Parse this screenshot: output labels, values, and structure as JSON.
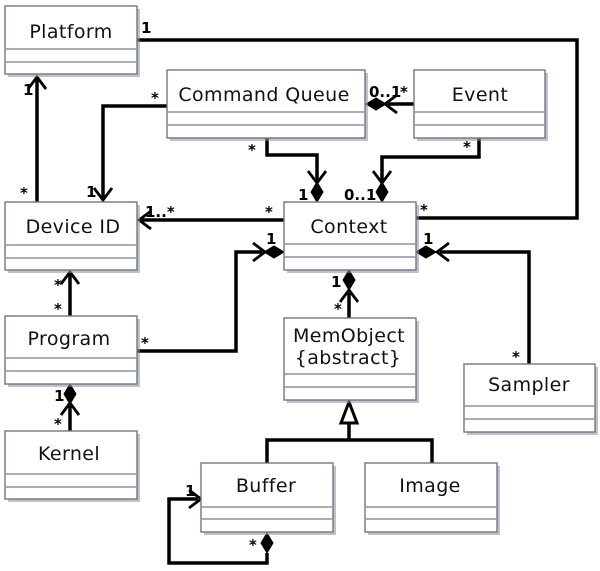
{
  "diagram": {
    "type": "UML class diagram",
    "classes": {
      "platform": {
        "name": "Platform"
      },
      "command_queue": {
        "name": "Command Queue"
      },
      "event": {
        "name": "Event"
      },
      "device_id": {
        "name": "Device ID"
      },
      "context": {
        "name": "Context"
      },
      "program": {
        "name": "Program"
      },
      "memobject": {
        "name": "MemObject",
        "stereotype": "{abstract}"
      },
      "sampler": {
        "name": "Sampler"
      },
      "kernel": {
        "name": "Kernel"
      },
      "buffer": {
        "name": "Buffer"
      },
      "image": {
        "name": "Image"
      }
    },
    "relations": {
      "platform_context": {
        "kind": "association",
        "from": "Context",
        "to": "Platform",
        "from_mult": "*",
        "to_mult": "1"
      },
      "device_platform": {
        "kind": "navigable-association",
        "from": "Device ID",
        "to": "Platform",
        "from_mult": "*",
        "to_mult": "1"
      },
      "queue_device": {
        "kind": "navigable-association",
        "from": "Command Queue",
        "to": "Device ID",
        "from_mult": "*",
        "to_mult": "1"
      },
      "event_queue": {
        "kind": "composition",
        "part": "Event",
        "whole": "Command Queue",
        "part_mult": "*",
        "whole_mult": "0..1"
      },
      "queue_context": {
        "kind": "composition",
        "part": "Command Queue",
        "whole": "Context",
        "part_mult": "*",
        "whole_mult": "1"
      },
      "event_context": {
        "kind": "composition",
        "part": "Event",
        "whole": "Context",
        "part_mult": "*",
        "whole_mult": "0..1"
      },
      "context_device": {
        "kind": "navigable-association",
        "from": "Context",
        "to": "Device ID",
        "from_mult": "*",
        "to_mult": "1..*"
      },
      "program_device": {
        "kind": "navigable-association",
        "from": "Program",
        "to": "Device ID",
        "from_mult": "*",
        "to_mult": "*"
      },
      "program_context": {
        "kind": "composition",
        "part": "Program",
        "whole": "Context",
        "part_mult": "*",
        "whole_mult": "1"
      },
      "memobject_context": {
        "kind": "composition",
        "part": "MemObject",
        "whole": "Context",
        "part_mult": "*",
        "whole_mult": "1"
      },
      "sampler_context": {
        "kind": "composition",
        "part": "Sampler",
        "whole": "Context",
        "part_mult": "*",
        "whole_mult": "1"
      },
      "kernel_program": {
        "kind": "composition",
        "part": "Kernel",
        "whole": "Program",
        "part_mult": "*",
        "whole_mult": "1"
      },
      "buffer_generalization": {
        "kind": "generalization",
        "child": "Buffer",
        "parent": "MemObject"
      },
      "image_generalization": {
        "kind": "generalization",
        "child": "Image",
        "parent": "MemObject"
      },
      "buffer_self": {
        "kind": "composition",
        "part": "Buffer",
        "whole": "Buffer",
        "part_mult": "1",
        "whole_mult": "*"
      }
    },
    "labels": {
      "one": "1",
      "many": "*",
      "zero_or_one": "0..1",
      "one_or_more": "1..*"
    }
  }
}
